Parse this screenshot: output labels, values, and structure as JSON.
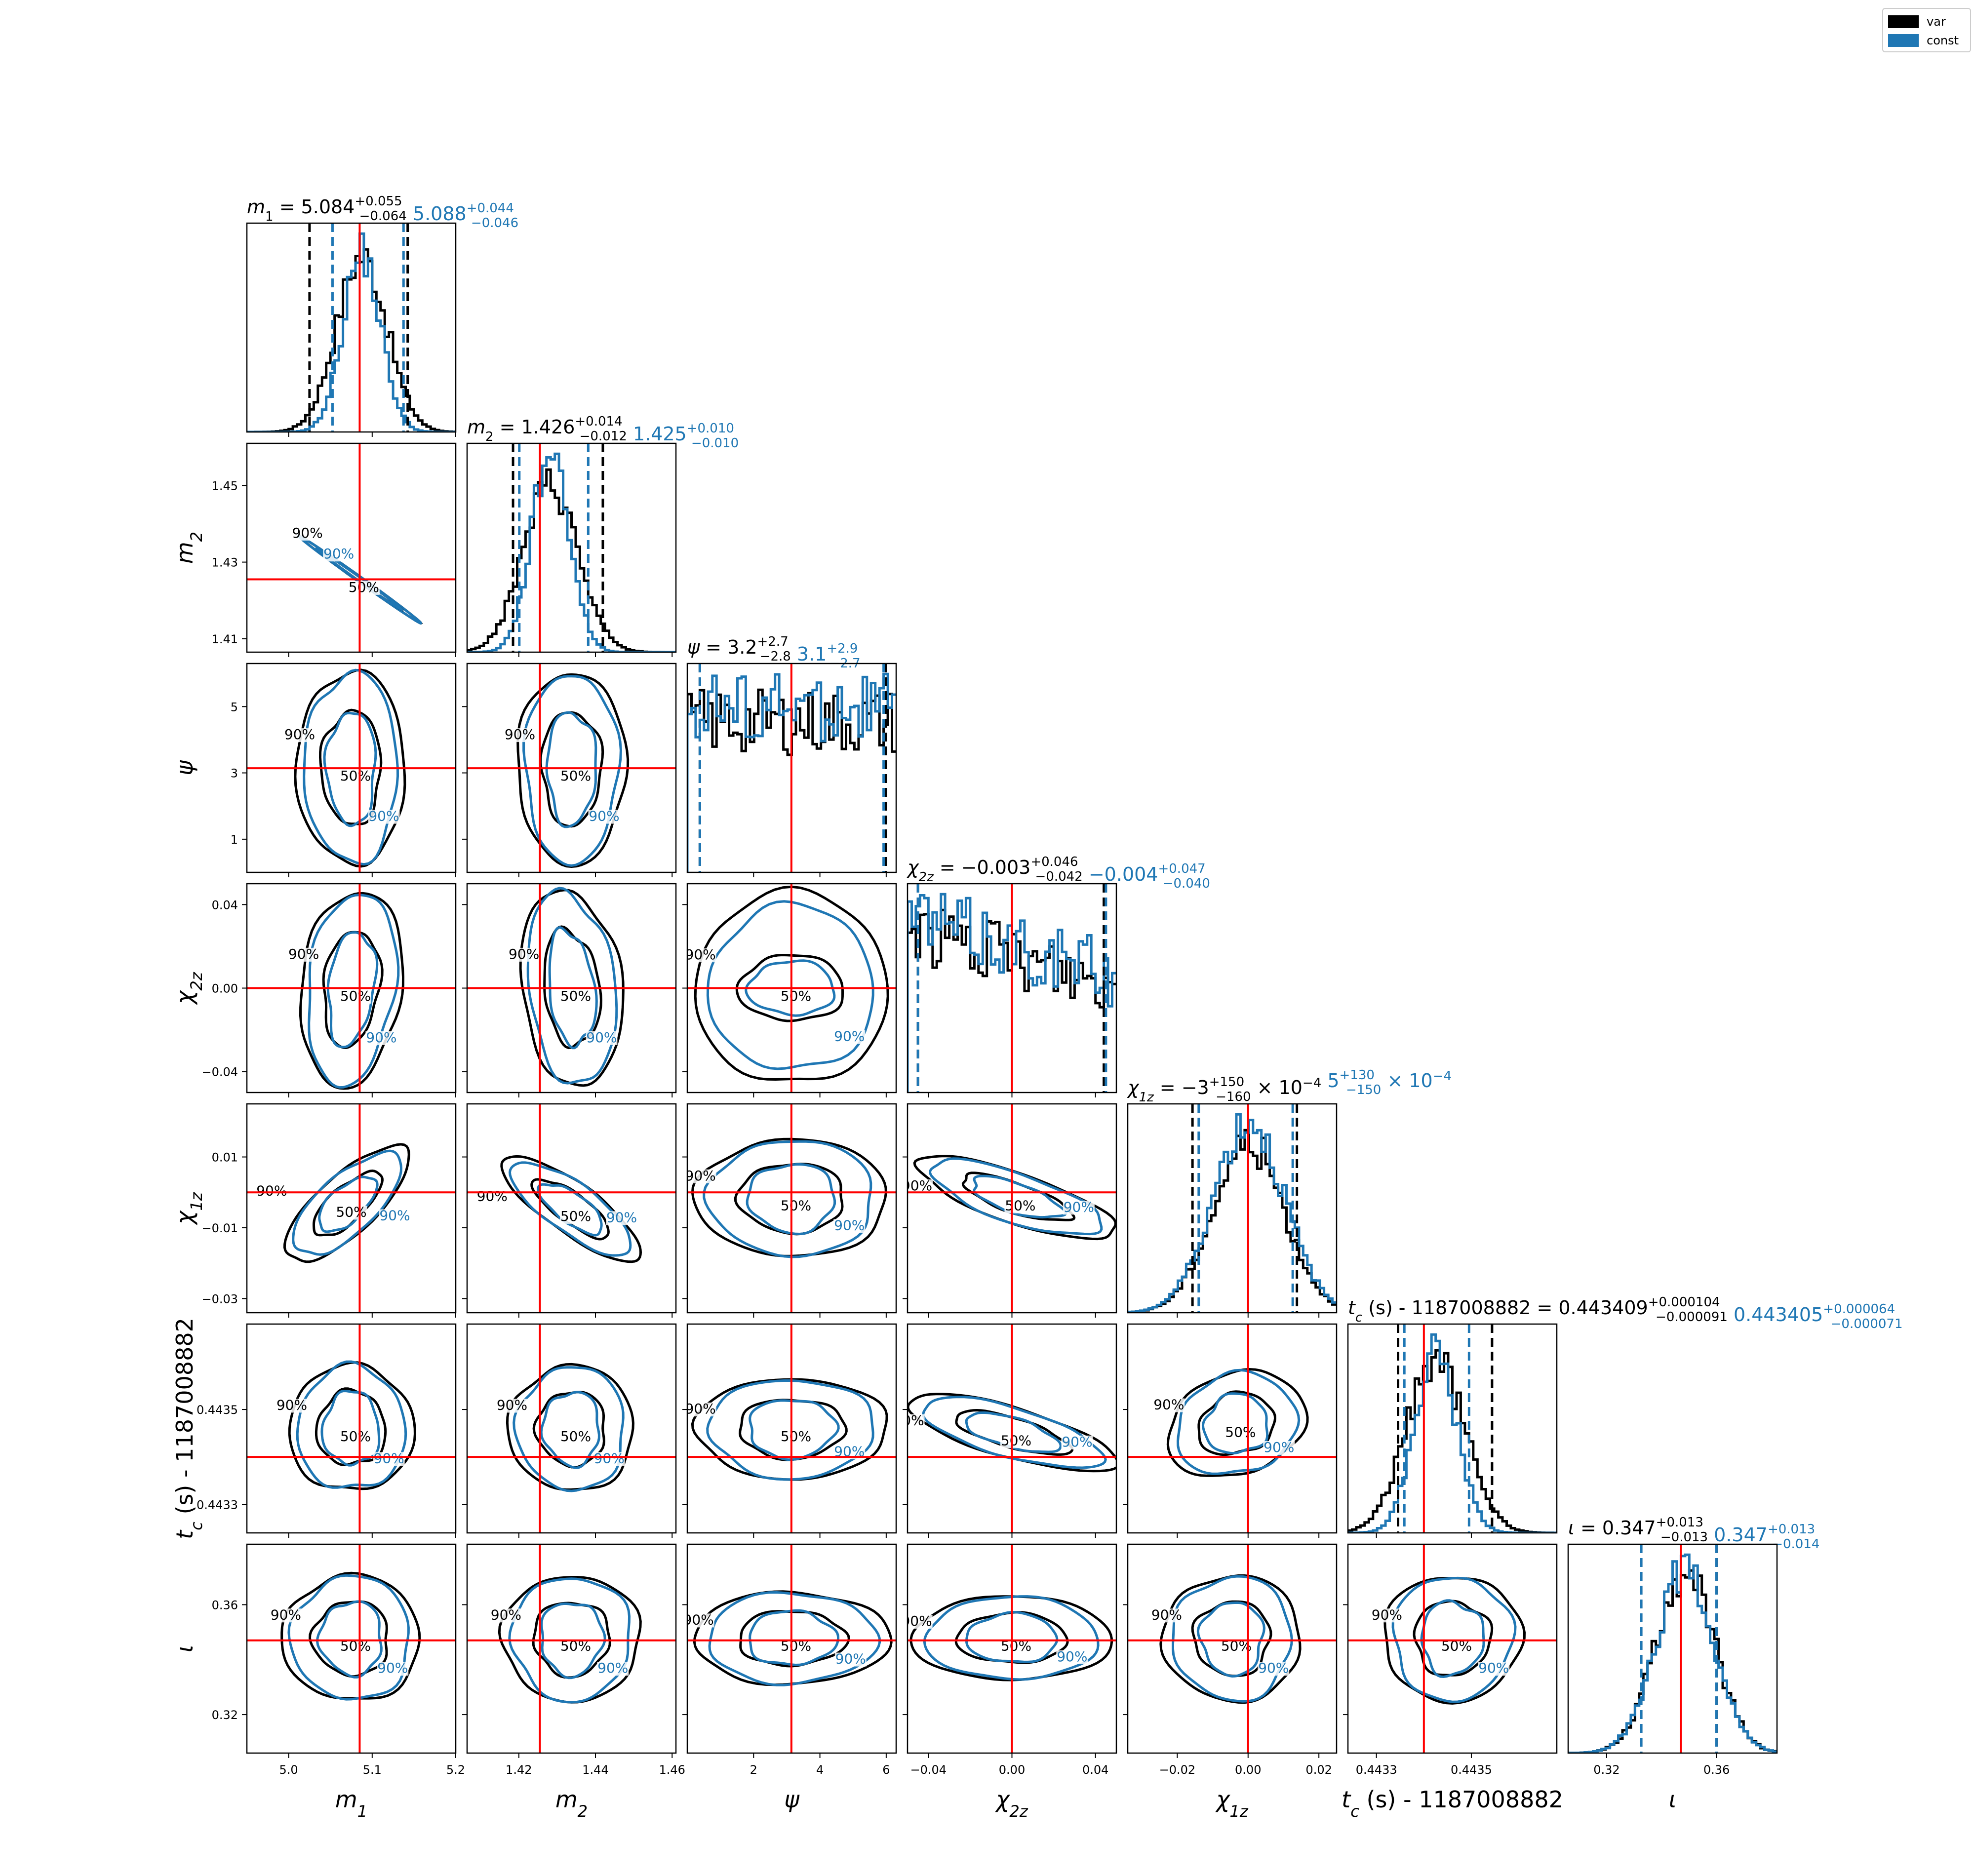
{
  "colors": {
    "var": "#000000",
    "const": "#1f77b4",
    "truth": "#ff0000"
  },
  "legend": {
    "position": "upper right",
    "entries": [
      "var",
      "const"
    ]
  },
  "chart_data": {
    "type": "corner",
    "parameters": [
      {
        "key": "m1",
        "label": "m_1",
        "axis_range": [
          4.95,
          5.2
        ],
        "ticks": [
          "5.0",
          "5.1",
          "5.2"
        ],
        "tick_values": [
          5.0,
          5.1,
          5.2
        ],
        "truth": 5.085,
        "title_var": {
          "median": "5.084",
          "plus": "+0.055",
          "minus": "−0.064"
        },
        "title_const": {
          "median": "5.088",
          "plus": "+0.044",
          "minus": "−0.046"
        }
      },
      {
        "key": "m2",
        "label": "m_2",
        "axis_range": [
          1.4065,
          1.461
        ],
        "ticks": [
          "1.42",
          "1.44",
          "1.46"
        ],
        "tick_values": [
          1.42,
          1.44,
          1.46
        ],
        "yticks": [
          "1.41",
          "1.43",
          "1.45"
        ],
        "ytick_values": [
          1.41,
          1.43,
          1.45
        ],
        "truth": 1.4255,
        "title_var": {
          "median": "1.426",
          "plus": "+0.014",
          "minus": "−0.012"
        },
        "title_const": {
          "median": "1.425",
          "plus": "+0.010",
          "minus": "−0.010"
        }
      },
      {
        "key": "psi",
        "label": "ψ",
        "axis_range": [
          0.0,
          6.3
        ],
        "ticks": [
          "2",
          "4",
          "6"
        ],
        "tick_values": [
          2,
          4,
          6
        ],
        "yticks": [
          "1",
          "3",
          "5"
        ],
        "ytick_values": [
          1,
          3,
          5
        ],
        "truth": 3.14,
        "title_var": {
          "median": "3.2",
          "plus": "+2.7",
          "minus": "−2.8"
        },
        "title_const": {
          "median": "3.1",
          "plus": "+2.9",
          "minus": "−2.7"
        }
      },
      {
        "key": "chi2z",
        "label": "χ_2z",
        "axis_range": [
          -0.05,
          0.05
        ],
        "ticks": [
          "−0.04",
          "0.00",
          "0.04"
        ],
        "tick_values": [
          -0.04,
          0.0,
          0.04
        ],
        "yticks": [
          "−0.04",
          "0.00",
          "0.04"
        ],
        "ytick_values": [
          -0.04,
          0.0,
          0.04
        ],
        "truth": 0.0,
        "title_var": {
          "median": "−0.003",
          "plus": "+0.046",
          "minus": "−0.042"
        },
        "title_const": {
          "median": "−0.004",
          "plus": "+0.047",
          "minus": "−0.040"
        }
      },
      {
        "key": "chi1z",
        "label": "χ_1z",
        "axis_range": [
          -0.034,
          0.025
        ],
        "ticks": [
          "−0.02",
          "0.00",
          "0.02"
        ],
        "tick_values": [
          -0.02,
          0.0,
          0.02
        ],
        "yticks": [
          "−0.03",
          "−0.01",
          "0.01"
        ],
        "ytick_values": [
          -0.03,
          -0.01,
          0.01
        ],
        "truth": 0.0,
        "title_var": {
          "median": "−3",
          "plus": "+150",
          "minus": "−160",
          "suffix": "× 10",
          "exp": "−4"
        },
        "title_const": {
          "median": "5",
          "plus": "+130",
          "minus": "−150",
          "suffix": "× 10",
          "exp": "−4"
        }
      },
      {
        "key": "tc",
        "label": "t_c (s) - 1187008882",
        "axis_range": [
          0.44324,
          0.44368
        ],
        "ticks": [
          "0.4433",
          "0.4435"
        ],
        "tick_values": [
          0.4433,
          0.4435
        ],
        "yticks": [
          "0.4433",
          "0.4435"
        ],
        "ytick_values": [
          0.4433,
          0.4435
        ],
        "truth": 0.4434,
        "title_var": {
          "median": "0.443409",
          "plus": "+0.000104",
          "minus": "−0.000091"
        },
        "title_const": {
          "median": "0.443405",
          "plus": "+0.000064",
          "minus": "−0.000071"
        }
      },
      {
        "key": "iota",
        "label": "ι",
        "axis_range": [
          0.306,
          0.382
        ],
        "ticks": [
          "0.32",
          "0.36"
        ],
        "tick_values": [
          0.32,
          0.36
        ],
        "yticks": [
          "0.32",
          "0.36"
        ],
        "ytick_values": [
          0.32,
          0.36
        ],
        "truth": 0.347,
        "title_var": {
          "median": "0.347",
          "plus": "+0.013",
          "minus": "−0.013"
        },
        "title_const": {
          "median": "0.347",
          "plus": "+0.013",
          "minus": "−0.014"
        }
      }
    ],
    "contour_labels": [
      "50%",
      "90%"
    ],
    "series": [
      {
        "name": "var"
      },
      {
        "name": "const"
      }
    ]
  }
}
